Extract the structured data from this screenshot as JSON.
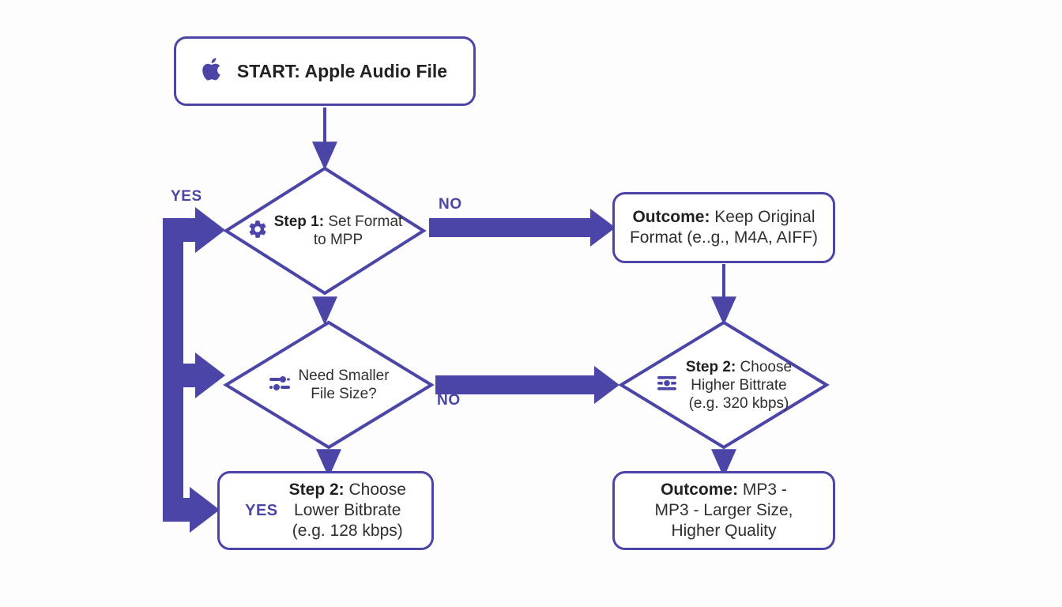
{
  "theme": {
    "background": "#fdfdfd",
    "accent": "#4b45a8",
    "stroke": "#4b45a8",
    "node_fill": "#ffffff",
    "text": "#2f2f33"
  },
  "diagram": {
    "type": "flowchart",
    "title": "Apple Audio File conversion decision flow"
  },
  "nodes": {
    "start": {
      "label": "START: Apple Audio File",
      "icon": "apple-logo-icon",
      "shape": "rounded-rect"
    },
    "decision_format": {
      "label_bold": "Step 1:",
      "label_rest": " Set Format",
      "label_line2": "to MPP",
      "icon": "gear-icon",
      "shape": "diamond"
    },
    "outcome_keep": {
      "label_bold": "Outcome:",
      "label_rest": " Keep Original",
      "label_line2": "Format (e..g., M4A, AIFF)",
      "shape": "rounded-rect"
    },
    "decision_size": {
      "label_line1": "Need Smaller",
      "label_line2": "File Size?",
      "icon": "sliders-icon",
      "shape": "diamond"
    },
    "decision_higher_bitrate": {
      "label_bold": "Step 2:",
      "label_rest": " Choose",
      "label_line2": "Higher Bittrate",
      "label_line3": "(e.g. 320 kbps)",
      "icon": "equalizer-icon",
      "shape": "diamond"
    },
    "box_lower_bitrate": {
      "yes_tag": "YES",
      "label_bold": "Step 2:",
      "label_rest": " Choose",
      "label_line2": "Lower Bitbrate",
      "label_line3": "(e.g. 128 kbps)",
      "shape": "rounded-rect"
    },
    "outcome_mp3": {
      "label_bold": "Outcome:",
      "label_rest": " MP3 -",
      "label_line2": "MP3 - Larger Size,",
      "label_line3": "Higher Quality",
      "shape": "rounded-rect"
    }
  },
  "edge_labels": {
    "yes_top": "YES",
    "no_format": "NO",
    "no_size": "NO"
  }
}
